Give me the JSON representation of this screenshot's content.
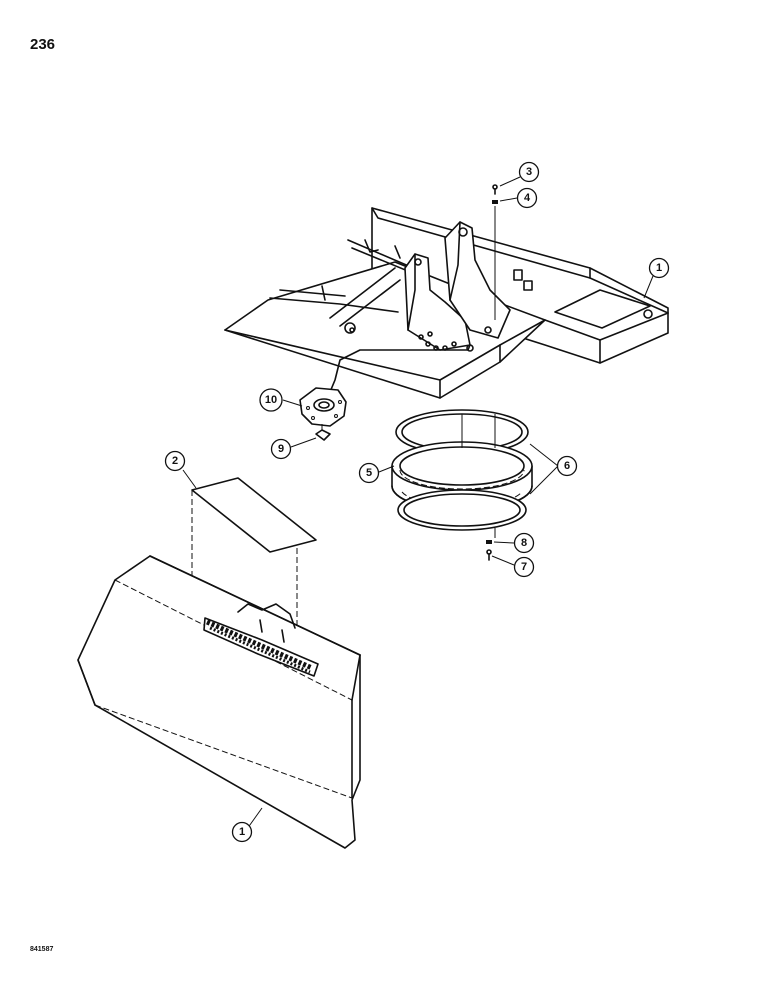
{
  "page": {
    "number": "236",
    "figure_code": "841587"
  },
  "callouts": [
    {
      "id": "c3",
      "label": "3"
    },
    {
      "id": "c4",
      "label": "4"
    },
    {
      "id": "c1a",
      "label": "1"
    },
    {
      "id": "c10",
      "label": "10"
    },
    {
      "id": "c9",
      "label": "9"
    },
    {
      "id": "c2",
      "label": "2"
    },
    {
      "id": "c6",
      "label": "6"
    },
    {
      "id": "c5",
      "label": "5"
    },
    {
      "id": "c8",
      "label": "8"
    },
    {
      "id": "c7",
      "label": "7"
    },
    {
      "id": "c1b",
      "label": "1"
    }
  ]
}
